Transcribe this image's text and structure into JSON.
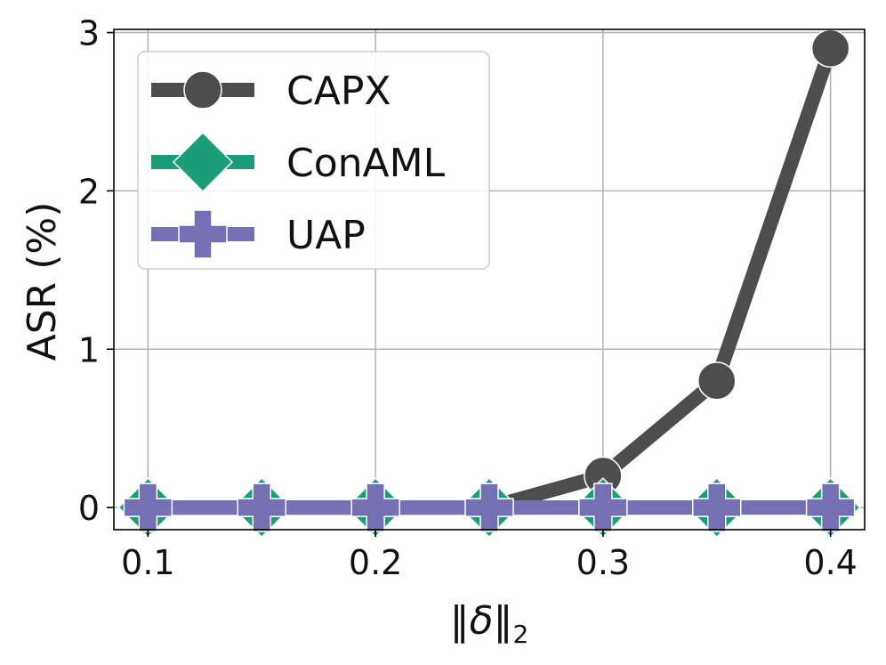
{
  "chart_data": {
    "type": "line",
    "x": [
      0.1,
      0.15,
      0.2,
      0.25,
      0.3,
      0.35,
      0.4
    ],
    "xticks": [
      "0.1",
      "0.2",
      "0.3",
      "0.4"
    ],
    "xtick_values": [
      0.1,
      0.2,
      0.3,
      0.4
    ],
    "yticks": [
      "0",
      "1",
      "2",
      "3"
    ],
    "ytick_values": [
      0,
      1,
      2,
      3
    ],
    "xlabel": "‖δ‖₂",
    "xlabel_main": "‖δ‖",
    "xlabel_sub": "2",
    "ylabel": "ASR (%)",
    "xlim": [
      0.085,
      0.415
    ],
    "ylim": [
      -0.14,
      3.02
    ],
    "grid": true,
    "legend_position": "top-left",
    "series": [
      {
        "name": "CAPX",
        "values": [
          0,
          0,
          0,
          0,
          0.2,
          0.8,
          2.9
        ],
        "color": "#4d4d4d",
        "marker": "circle"
      },
      {
        "name": "ConAML",
        "values": [
          0,
          0,
          0,
          0,
          0,
          0,
          0
        ],
        "color": "#1b9e77",
        "marker": "diamond"
      },
      {
        "name": "UAP",
        "values": [
          0,
          0,
          0,
          0,
          0,
          0,
          0
        ],
        "color": "#7570b3",
        "marker": "plus"
      }
    ]
  }
}
